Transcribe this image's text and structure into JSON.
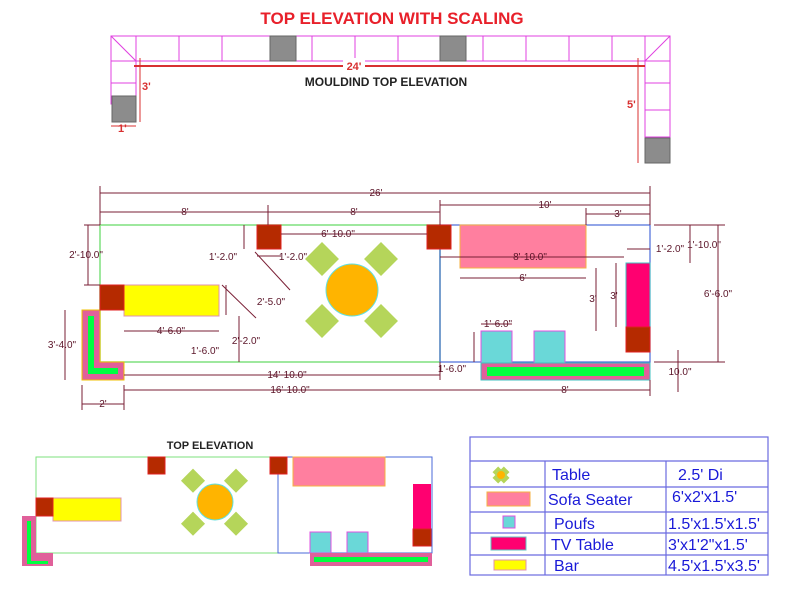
{
  "title": "TOP ELEVATION WITH SCALING",
  "moulding": {
    "label": "MOULDIND TOP ELEVATION",
    "dims": {
      "width": "24'",
      "left_height": "3'",
      "right_height": "5'",
      "post": "1'"
    }
  },
  "plan": {
    "dims": {
      "total": "26'",
      "left_8": "8'",
      "mid_8": "8'",
      "right_10": "10'",
      "right_3": "3'",
      "left_h": "2'-10.0\"",
      "col_gap": "6'-10.0\"",
      "col_h": "1'-2.0\"",
      "col_w": "1'-2.0\"",
      "diag": "2'-5.0\"",
      "bar_w": "4'-6.0\"",
      "bar_h": "1'-6.0\"",
      "bar_gap": "2'-2.0\"",
      "l_h": "3'-4.0\"",
      "l_w": "2'",
      "w_14": "14'-10.0\"",
      "w_16": "16'-10.0\"",
      "sofa_span": "8'-10.0\"",
      "sofa_w": "6'",
      "sofa_gap": "3'",
      "tv_h": "3'",
      "tv_w": "1'-2.0\"",
      "tv_top": "1'-10.0\"",
      "right_h": "6'-6.0\"",
      "pouf_w": "1'-6.0\"",
      "pouf_h": "1'-6.0\"",
      "bench_h": "10.0\"",
      "bench_w": "8'"
    }
  },
  "small_plan": {
    "label": "TOP ELEVATION"
  },
  "legend": {
    "rows": [
      {
        "icon": "table-icon",
        "name": "Table",
        "size": "2.5' Di"
      },
      {
        "icon": "sofa-icon",
        "name": "Sofa Seater",
        "size": "6'x2'x1.5'"
      },
      {
        "icon": "pouf-icon",
        "name": "Poufs",
        "size": "1.5'x1.5'x1.5'"
      },
      {
        "icon": "tv-table-icon",
        "name": "TV Table",
        "size": "3'x1'2\"x1.5'"
      },
      {
        "icon": "bar-icon",
        "name": "Bar",
        "size": "4.5'x1.5'x3.5'"
      }
    ]
  },
  "colors": {
    "title": "#e8202a",
    "moulding": "#e040e0",
    "post": "#8c8c8c",
    "column": "#b52a00",
    "bar": "#ffff00",
    "sofa": "#ff7f9f",
    "tv": "#ff0070",
    "pouf": "#6ad8d8",
    "table": "#ffb400",
    "chair": "#b5d55a",
    "legend": "#1a1ad8"
  }
}
